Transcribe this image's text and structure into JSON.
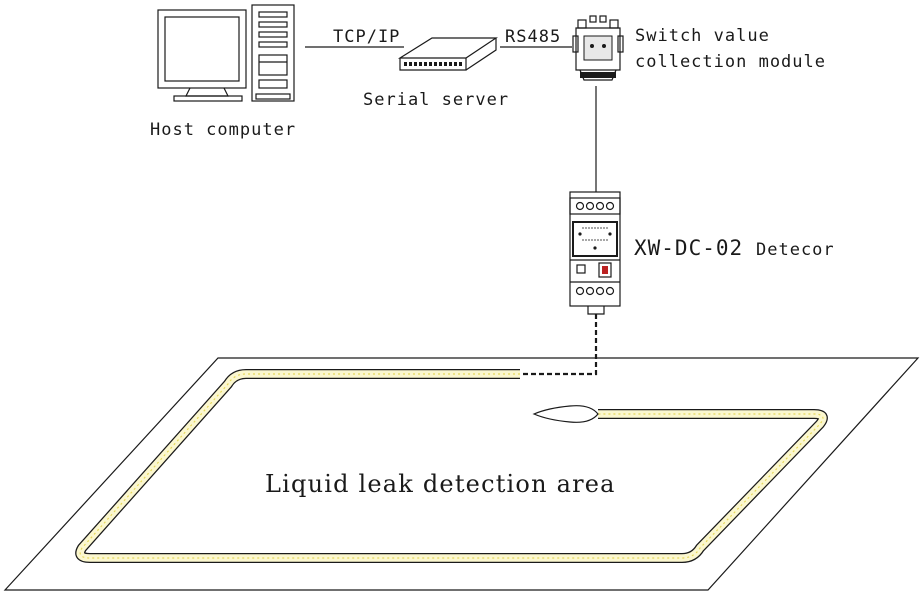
{
  "labels": {
    "host_computer": "Host computer",
    "tcp_ip": "TCP/IP",
    "serial_server": "Serial server",
    "rs485": "RS485",
    "switch_module_line1": "Switch value",
    "switch_module_line2": "collection module",
    "detector_model": "XW-DC-02",
    "detector_word": "Detecor",
    "area": "Liquid leak detection area"
  },
  "colors": {
    "line": "#1a1a1a",
    "sensing_cable": "#f0e68c"
  },
  "icons": {
    "host": "desktop-computer-icon",
    "server": "serial-server-icon",
    "module": "switch-module-icon",
    "detector": "din-rail-detector-icon"
  }
}
